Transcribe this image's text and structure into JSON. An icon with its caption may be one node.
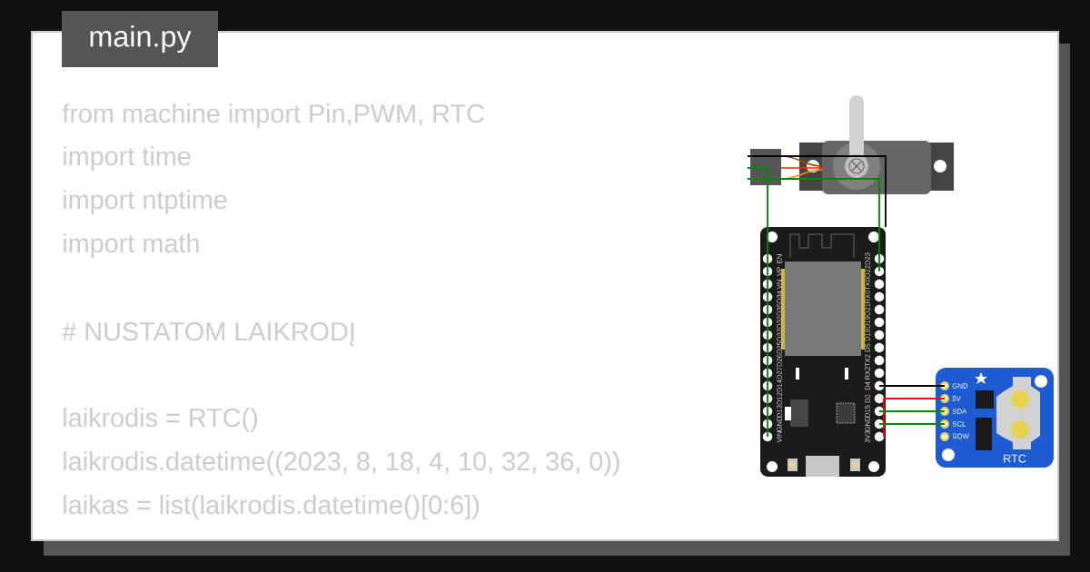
{
  "diagram": {
    "nodes": [
      {
        "text": [
          "main.py"
        ]
      },
      {
        "text": [],
        "shape": "picture"
      },
      {
        "text": [
          "EN",
          "VP",
          "VN",
          "D34",
          "D35",
          "D32",
          "D33",
          "D25",
          "D26",
          "D27",
          "D14",
          "D12",
          "D13",
          "GND",
          "VIN",
          "D23",
          "D22",
          "TX0",
          "RX0",
          "D21",
          "D19",
          "D18",
          "D5",
          "TX2",
          "RX2",
          "D4",
          "D2",
          "D15",
          "GND",
          "3V3"
        ]
      },
      {
        "text": [
          "GND",
          "5V",
          "SDA",
          "SCL",
          "SQW",
          "RTC"
        ]
      }
    ],
    "edges": [
      {
        "from": 1,
        "to": 2,
        "arrow": "none"
      },
      {
        "from": 1,
        "to": 2,
        "arrow": "none"
      },
      {
        "from": 1,
        "to": 2,
        "arrow": "none",
        "color": "#000000"
      },
      {
        "from": 2,
        "to": 3,
        "arrow": "none",
        "color": "#000000"
      },
      {
        "from": 2,
        "to": 3,
        "arrow": "none",
        "color": "#ff0000"
      },
      {
        "from": 2,
        "to": 3,
        "arrow": "none"
      },
      {
        "from": 2,
        "to": 3,
        "arrow": "none"
      }
    ],
    "labels": [
      "from machine import Pin,PWM, RTC",
      "import time",
      "import ntptime",
      "import math",
      "# NUSTATOM LAIKRODĮ",
      "laikrodis = RTC()",
      "laikrodis.datetime((2023, 8, 18, 4, 10, 32, 36, 0))",
      "laikas = list(laikrodis.datetime()[0:6])"
    ]
  }
}
